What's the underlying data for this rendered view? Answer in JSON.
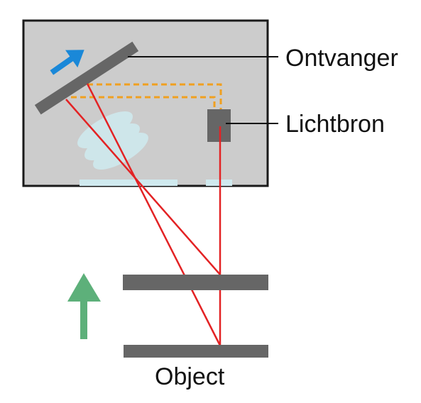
{
  "labels": {
    "receiver": "Ontvanger",
    "light_source": "Lichtbron",
    "object": "Object"
  },
  "colors": {
    "housing_fill": "#cccccc",
    "housing_border": "#1a1a1a",
    "dark_gray": "#666666",
    "beam_red": "#e32224",
    "dashed_orange": "#f0a020",
    "lens_blue": "#cfe9ee",
    "window_blue": "#cfe9ee",
    "arrow_blue": "#1a88d8",
    "arrow_green": "#5db07a"
  },
  "icons": {
    "receiver_motion": "arrow-down-left-icon",
    "object_motion": "arrow-up-icon"
  }
}
